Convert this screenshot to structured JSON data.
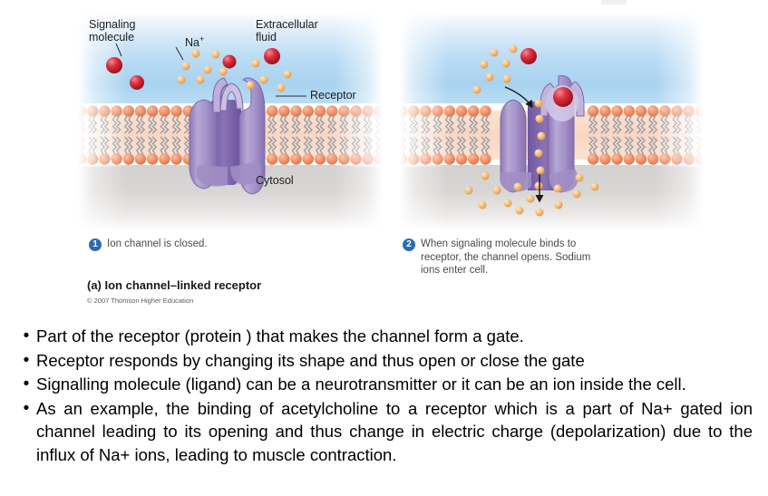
{
  "figure": {
    "labels": {
      "signaling_molecule": "Signaling\nmolecule",
      "sodium_ion": "Na+",
      "sodium_ion_base": "Na",
      "sodium_ion_sup": "+",
      "extracellular_fluid": "Extracellular\nfluid",
      "receptor": "Receptor",
      "cytosol": "Cytosol"
    },
    "steps": [
      {
        "number": "1",
        "text": "Ion channel is closed."
      },
      {
        "number": "2",
        "text": "When signaling molecule binds to\nreceptor, the channel opens. Sodium\nions enter cell."
      }
    ],
    "part_title": "(a) Ion channel–linked receptor",
    "copyright": "© 2007 Thomson Higher Education",
    "colors": {
      "extracellular_fluid": "#a8d2f0",
      "cytosol": "#d5d3d1",
      "phospholipid_head": "#ec8a5f",
      "phospholipid_tail": "#9aa1a8",
      "receptor_protein": "#a08ec4",
      "receptor_protein_dark": "#7a63a8",
      "signaling_molecule": "#d62436",
      "sodium_ion": "#f5c183",
      "step_badge": "#2b6cb5",
      "arrow": "#1a1a1a"
    }
  },
  "bullets": [
    "Part of the receptor (protein ) that makes the channel form a gate.",
    "Receptor responds by changing its shape and thus open or close the gate",
    "Signalling molecule (ligand) can be a neurotransmitter or it can be an ion inside the cell.",
    "As an example, the binding of acetylcholine to a receptor which is a part of Na+ gated ion channel leading to its opening and thus change in electric charge (depolarization) due to the influx of Na+ ions, leading  to muscle contraction."
  ]
}
